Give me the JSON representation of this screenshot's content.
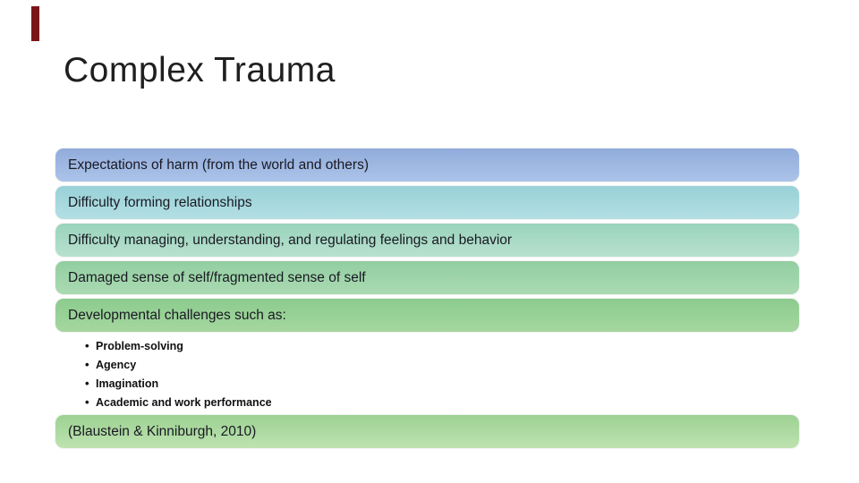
{
  "slide": {
    "title": "Complex Trauma",
    "accent_bar": {
      "color": "#7B1618"
    },
    "list": {
      "items": [
        {
          "label": "Expectations of harm (from the world and others)",
          "color_top": "#91ABDB",
          "color_bottom": "#ACC4E9"
        },
        {
          "label": "Difficulty forming relationships",
          "color_top": "#97D1D7",
          "color_bottom": "#B4DFE3"
        },
        {
          "label": "Difficulty managing, understanding, and regulating feelings and behavior",
          "color_top": "#99D3BB",
          "color_bottom": "#B8E1D0"
        },
        {
          "label": "Damaged sense of self/fragmented sense of self",
          "color_top": "#92CEA1",
          "color_bottom": "#ABDAB2"
        },
        {
          "label": "Developmental challenges such as:",
          "color_top": "#8CCB8D",
          "color_bottom": "#A5D79F"
        }
      ],
      "sub_bullets": [
        "Problem-solving",
        "Agency",
        "Imagination",
        "Academic and work performance"
      ],
      "citation": {
        "label": "(Blaustein & Kinniburgh, 2010)",
        "color_top": "#9CD192",
        "color_bottom": "#BEE3B0"
      }
    }
  }
}
